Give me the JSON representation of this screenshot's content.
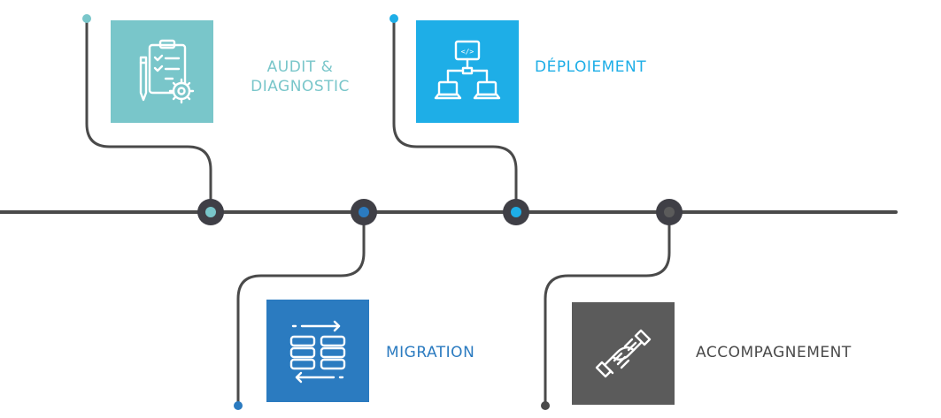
{
  "steps": [
    {
      "label_lines": [
        "AUDIT &",
        "DIAGNOSTIC"
      ],
      "icon": "clipboard-checklist-gear-icon",
      "color": "#79C6CA"
    },
    {
      "label_lines": [
        "MIGRATION"
      ],
      "icon": "database-transfer-icon",
      "color": "#2B7BC0"
    },
    {
      "label_lines": [
        "DÉPLOIEMENT"
      ],
      "icon": "network-deployment-icon",
      "color": "#1EAEE7"
    },
    {
      "label_lines": [
        "ACCOMPAGNEMENT"
      ],
      "icon": "handshake-icon",
      "color": "#5B5B5B"
    }
  ],
  "colors": {
    "timeline": "#4A4A4A",
    "node_ring": "#3F3F46",
    "label_dark": "#4A4A4A"
  }
}
